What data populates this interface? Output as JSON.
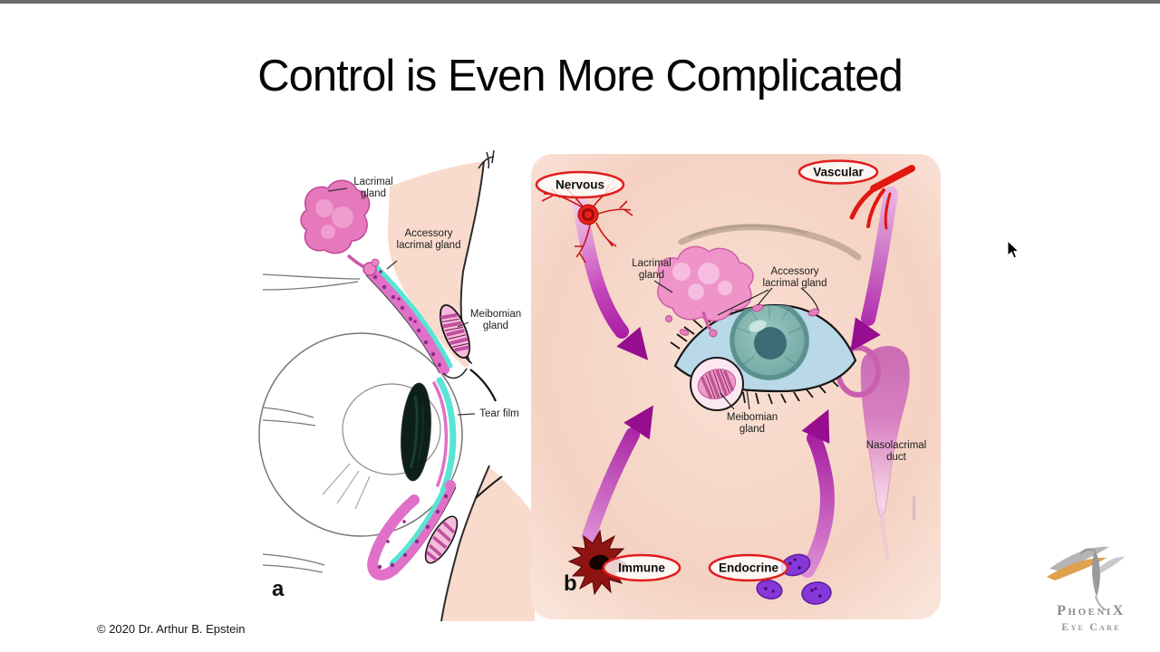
{
  "slide": {
    "title": "Control is Even More Complicated",
    "copyright": "© 2020 Dr. Arthur B. Epstein"
  },
  "figure_a": {
    "panel_label": "a",
    "labels": {
      "lacrimal_gland": {
        "line1": "Lacrimal",
        "line2": "gland"
      },
      "accessory_lacrimal_gland": {
        "line1": "Accessory",
        "line2": "lacrimal gland"
      },
      "meibomian_gland": {
        "line1": "Meibomian",
        "line2": "gland"
      },
      "tear_film": {
        "line1": "Tear film"
      }
    }
  },
  "figure_b": {
    "panel_label": "b",
    "badges": {
      "nervous": "Nervous",
      "vascular": "Vascular",
      "immune": "Immune",
      "endocrine": "Endocrine"
    },
    "labels": {
      "lacrimal_gland": {
        "line1": "Lacrimal",
        "line2": "gland"
      },
      "accessory_lacrimal_gland": {
        "line1": "Accessory",
        "line2": "lacrimal gland"
      },
      "meibomian_gland": {
        "line1": "Meibomian",
        "line2": "gland"
      },
      "nasolacrimal_duct": {
        "line1": "Nasolacrimal",
        "line2": "duct"
      }
    }
  },
  "logo": {
    "line1": "PhoeniX",
    "line2": "Eye Care"
  },
  "colors": {
    "arrow_magenta": "#a312a0",
    "badge_ring_red": "#e11c1c",
    "tear_film_cyan": "#58e5d5",
    "conjunctiva_magenta": "#e070c8",
    "gland_pink": "#ef94c9",
    "skin_peach": "#f5d2c4",
    "iris_teal": "#6ca39f",
    "top_bar_gray": "#6a6a6a"
  }
}
